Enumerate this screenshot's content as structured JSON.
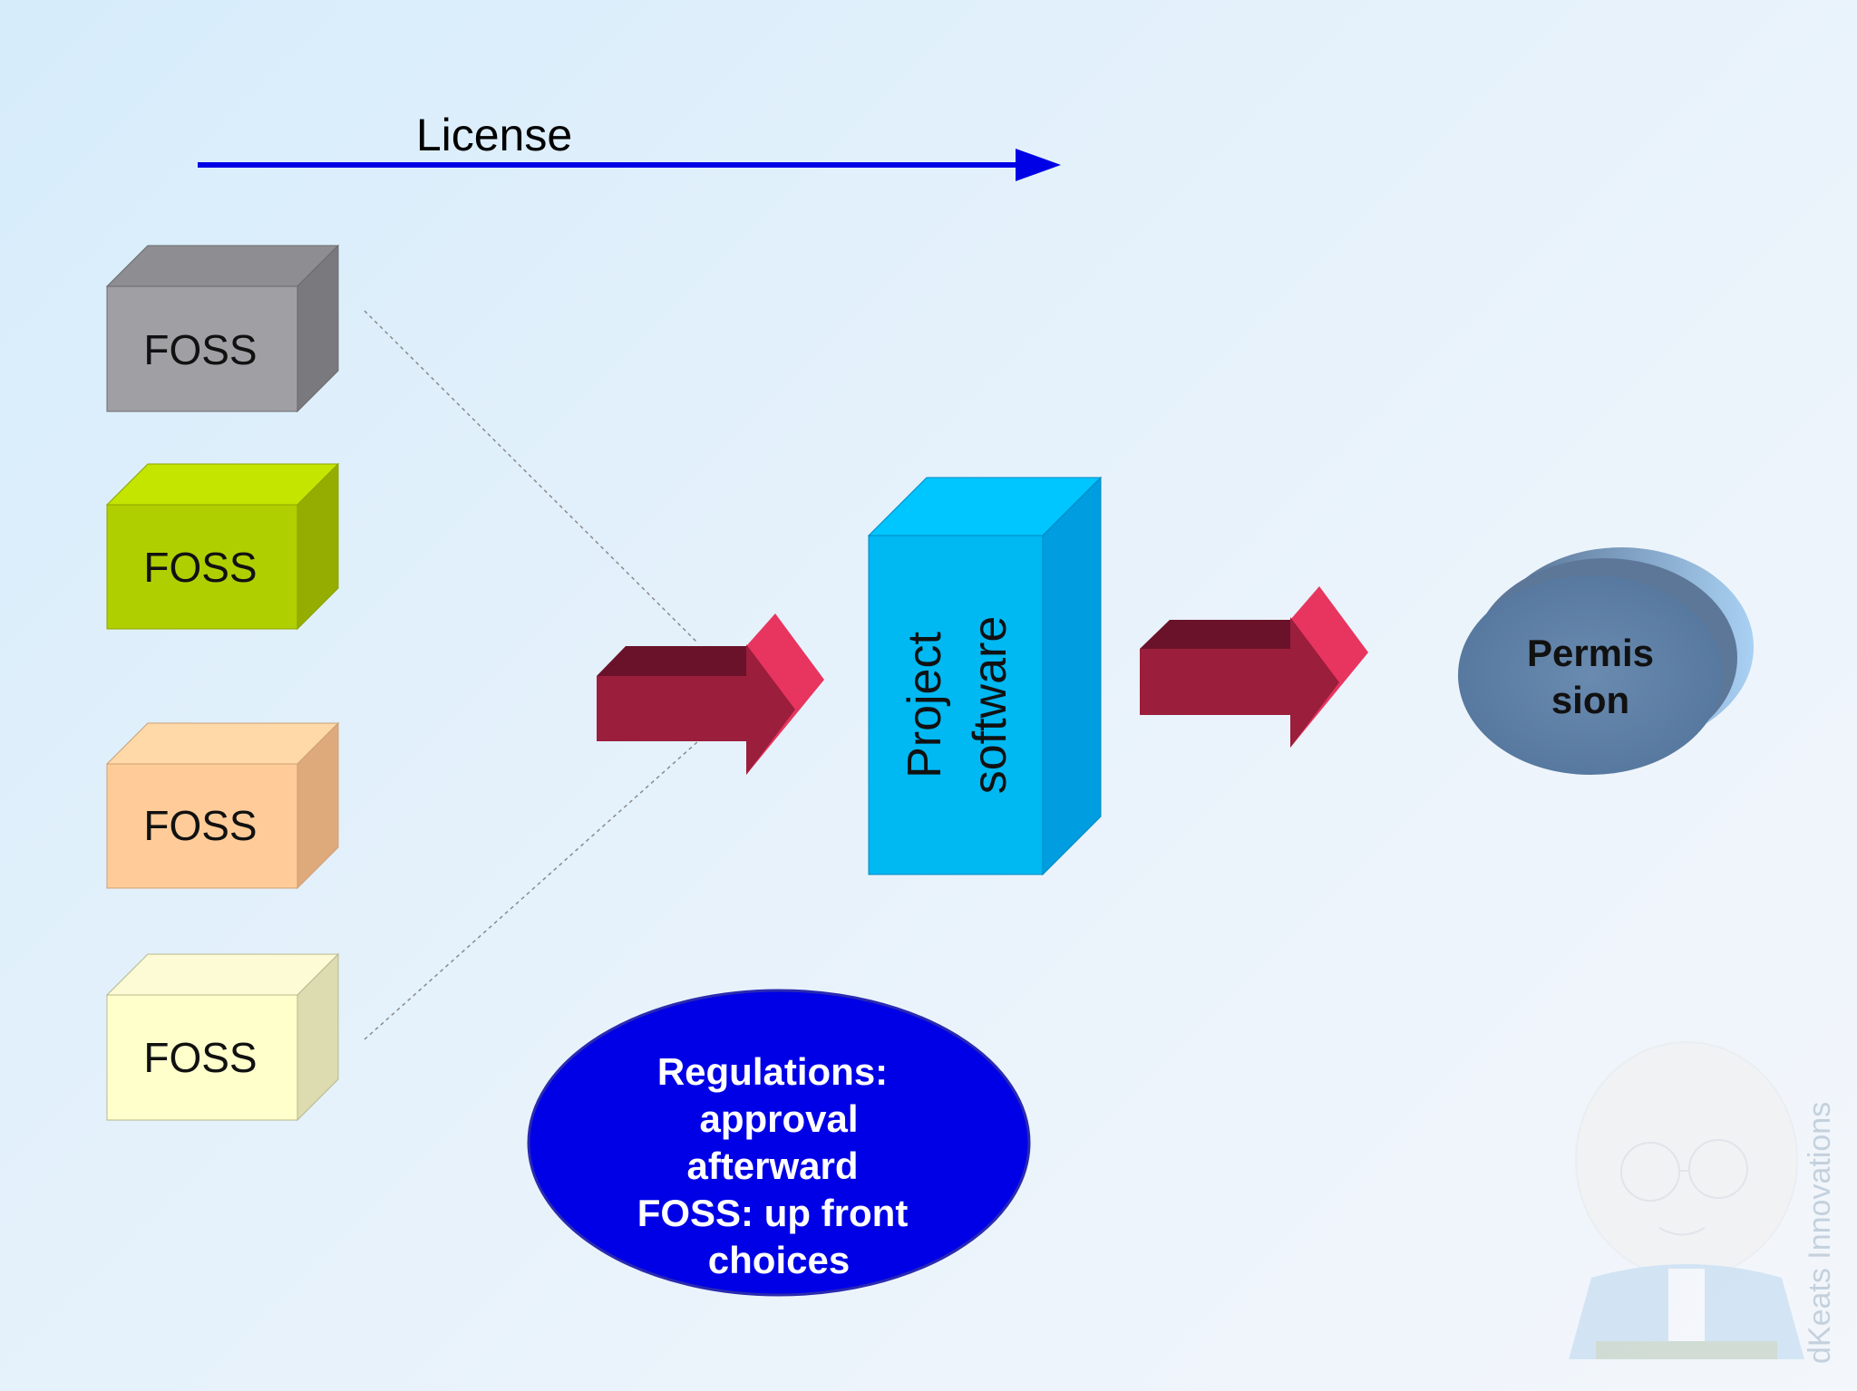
{
  "license_label": "License",
  "foss_boxes": [
    {
      "label": "FOSS",
      "front": "#a0a0a4",
      "top": "#8e8e92",
      "side": "#7a797d"
    },
    {
      "label": "FOSS",
      "front": "#b0cf00",
      "top": "#c4e500",
      "side": "#94ad00"
    },
    {
      "label": "FOSS",
      "front": "#ffcc99",
      "top": "#ffd9a8",
      "side": "#deaa7c"
    },
    {
      "label": "FOSS",
      "front": "#ffffcc",
      "top": "#fdfbd6",
      "side": "#dcdcb0"
    }
  ],
  "project": {
    "line1": "Project",
    "line2": "software"
  },
  "permission": {
    "line1": "Permis",
    "line2": "sion"
  },
  "regulations": {
    "line1": "Regulations:",
    "line2": "approval",
    "line3": "afterward",
    "line4": "FOSS: up front",
    "line5": "choices"
  },
  "watermark": "dKeats Innovations",
  "colors": {
    "license_arrow": "#0000e6",
    "arrow_body": "#9b1e3c",
    "arrow_top": "#6a1229",
    "arrow_head": "#e8355f",
    "project_front": "#00b8f2",
    "project_top": "#00c6ff",
    "project_side": "#009ee0",
    "permission_fill": "#5b7ea3",
    "regulations_fill": "#0000e6"
  }
}
